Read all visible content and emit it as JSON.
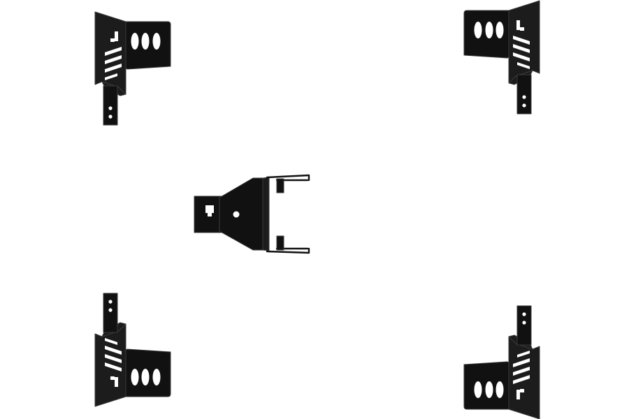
{
  "colors": {
    "background": "#ffffff",
    "bracket": "#111111",
    "bracket_shadow": "#1c1c1c",
    "edge": "#3a3a3a",
    "hole": "#ffffff"
  },
  "parts": [
    {
      "name": "bracket-top-left",
      "kind": "corner-mounting-bracket"
    },
    {
      "name": "bracket-top-right",
      "kind": "corner-mounting-bracket"
    },
    {
      "name": "bracket-center",
      "kind": "center-support-bracket"
    },
    {
      "name": "bracket-bottom-left",
      "kind": "corner-mounting-bracket"
    },
    {
      "name": "bracket-bottom-right",
      "kind": "corner-mounting-bracket"
    }
  ]
}
